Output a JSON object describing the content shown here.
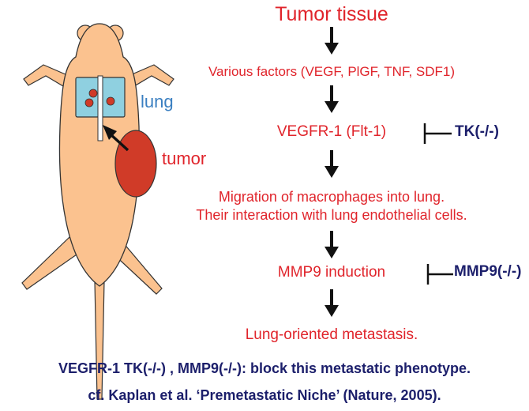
{
  "mouse": {
    "lung_label": "lung",
    "tumor_label": "tumor",
    "colors": {
      "body": "#fbc28f",
      "lung": "#8fd0e0",
      "tumor": "#d03b28",
      "outline": "#333333"
    }
  },
  "pathway": {
    "steps": [
      {
        "text": "Tumor tissue"
      },
      {
        "text": "Various factors (VEGF, PlGF, TNF, SDF1)"
      },
      {
        "text": "VEGFR-1 (Flt-1)"
      },
      {
        "text": "Migration of macrophages into lung.",
        "text2": "Their interaction with lung endothelial cells."
      },
      {
        "text": "MMP9 induction"
      },
      {
        "text": "Lung-oriented metastasis."
      }
    ],
    "inhibitors": [
      {
        "label": "TK(-/-)"
      },
      {
        "label": "MMP9(-/-)"
      }
    ]
  },
  "footer": {
    "line1": "VEGFR-1 TK(-/-) , MMP9(-/-): block this metastatic phenotype.",
    "line2": "cf. Kaplan et al. ‘Premetastatic Niche’ (Nature, 2005)."
  },
  "colors": {
    "step_text": "#e0242b",
    "inhibitor_text": "#1c1f6b",
    "footer_text": "#1c1f6b",
    "lung_label": "#3a7fc1",
    "tumor_label": "#e0242b"
  }
}
